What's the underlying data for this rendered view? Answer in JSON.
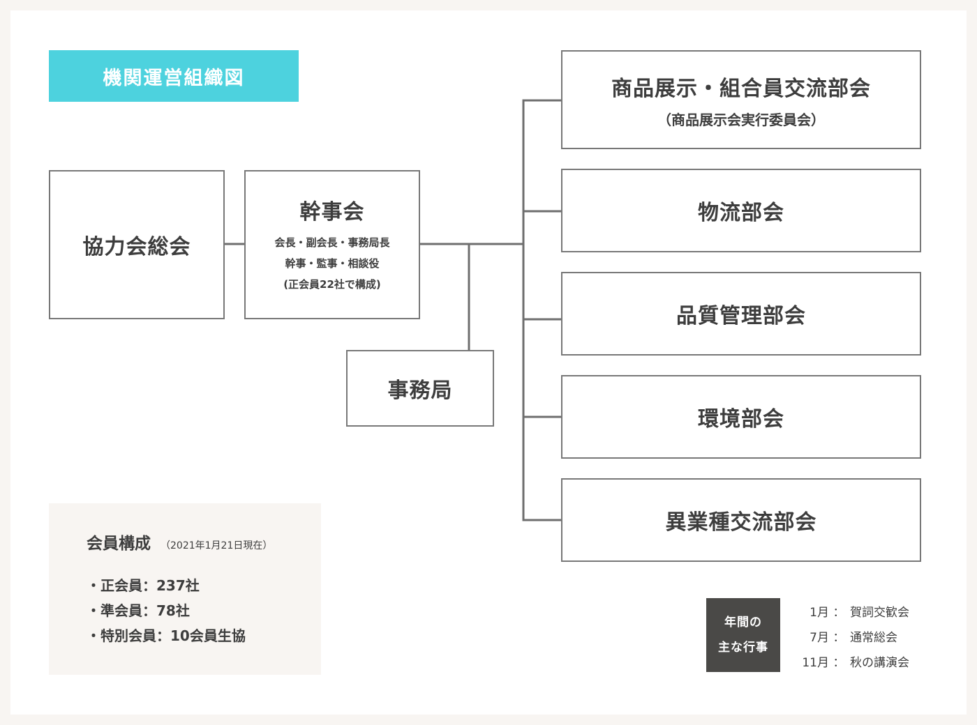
{
  "title": "機関運営組織図",
  "general_meeting": {
    "label": "協力会総会"
  },
  "executive_board": {
    "title": "幹事会",
    "lines": [
      "会長・副会長・事務局長",
      "幹事・監事・相談役",
      "(正会員22社で構成)"
    ]
  },
  "secretariat": {
    "label": "事務局"
  },
  "divisions": [
    {
      "title": "商品展示・組合員交流部会",
      "subtitle": "（商品展示会実行委員会）"
    },
    {
      "title": "物流部会"
    },
    {
      "title": "品質管理部会"
    },
    {
      "title": "環境部会"
    },
    {
      "title": "異業種交流部会"
    }
  ],
  "membership": {
    "heading": "会員構成",
    "date": "（2021年1月21日現在）",
    "items": [
      "・正会員：237社",
      "・準会員：78社",
      "・特別会員：10会員生協"
    ]
  },
  "events": {
    "badge_lines": [
      "年間の",
      "主な行事"
    ],
    "rows": [
      {
        "month": "1月",
        "sep": "：",
        "name": "賀詞交歓会"
      },
      {
        "month": "7月",
        "sep": "：",
        "name": "通常総会"
      },
      {
        "month": "11月",
        "sep": "：",
        "name": "秋の講演会"
      }
    ]
  },
  "colors": {
    "accent": "#4dd2de",
    "line": "#6e6e6e",
    "dark_badge": "#4a4947",
    "panel_bg": "#f8f5f2"
  }
}
